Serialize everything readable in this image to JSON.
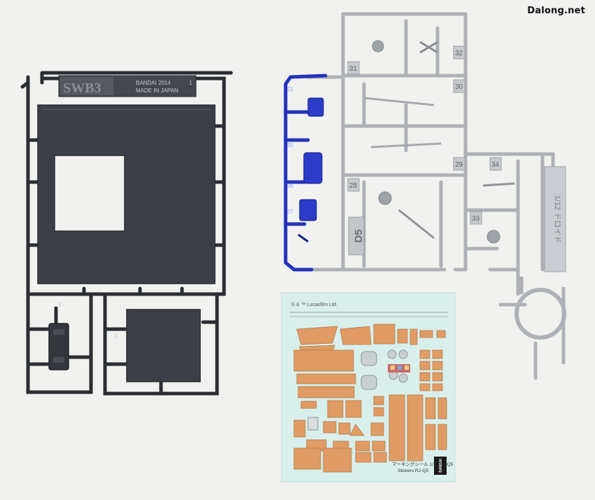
{
  "watermark": "Dalong.net",
  "sprue_black": {
    "code": "SWB3",
    "maker": "BANDAI 2014",
    "origin": "MADE IN JAPAN",
    "gate_numbers": [
      "1",
      "2",
      "3"
    ]
  },
  "sprue_blue": {
    "part_numbers": [
      "21",
      "25",
      "26",
      "27"
    ]
  },
  "sprue_silver": {
    "code": "D5",
    "side_text": "1/12 ドロイド",
    "part_numbers": [
      "31",
      "32",
      "30",
      "29",
      "28",
      "34",
      "33"
    ]
  },
  "sticker_sheet": {
    "copyright": "© & ™ Lucasfilm Ltd.",
    "footer_line1": "マーキングシール 1/12 R2-Q5",
    "footer_line2": "Stickers  R2-Q5",
    "brand": "BANDAI"
  },
  "colors": {
    "background": "#f1f1ef",
    "black_sprue": "#2e3236",
    "black_plate": "#3b3f45",
    "blue_sprue": "#1f2fb8",
    "silver_sprue": "#b8bcc0",
    "sticker_bg": "#d9efeb",
    "sticker_orange": "#e09c64"
  }
}
